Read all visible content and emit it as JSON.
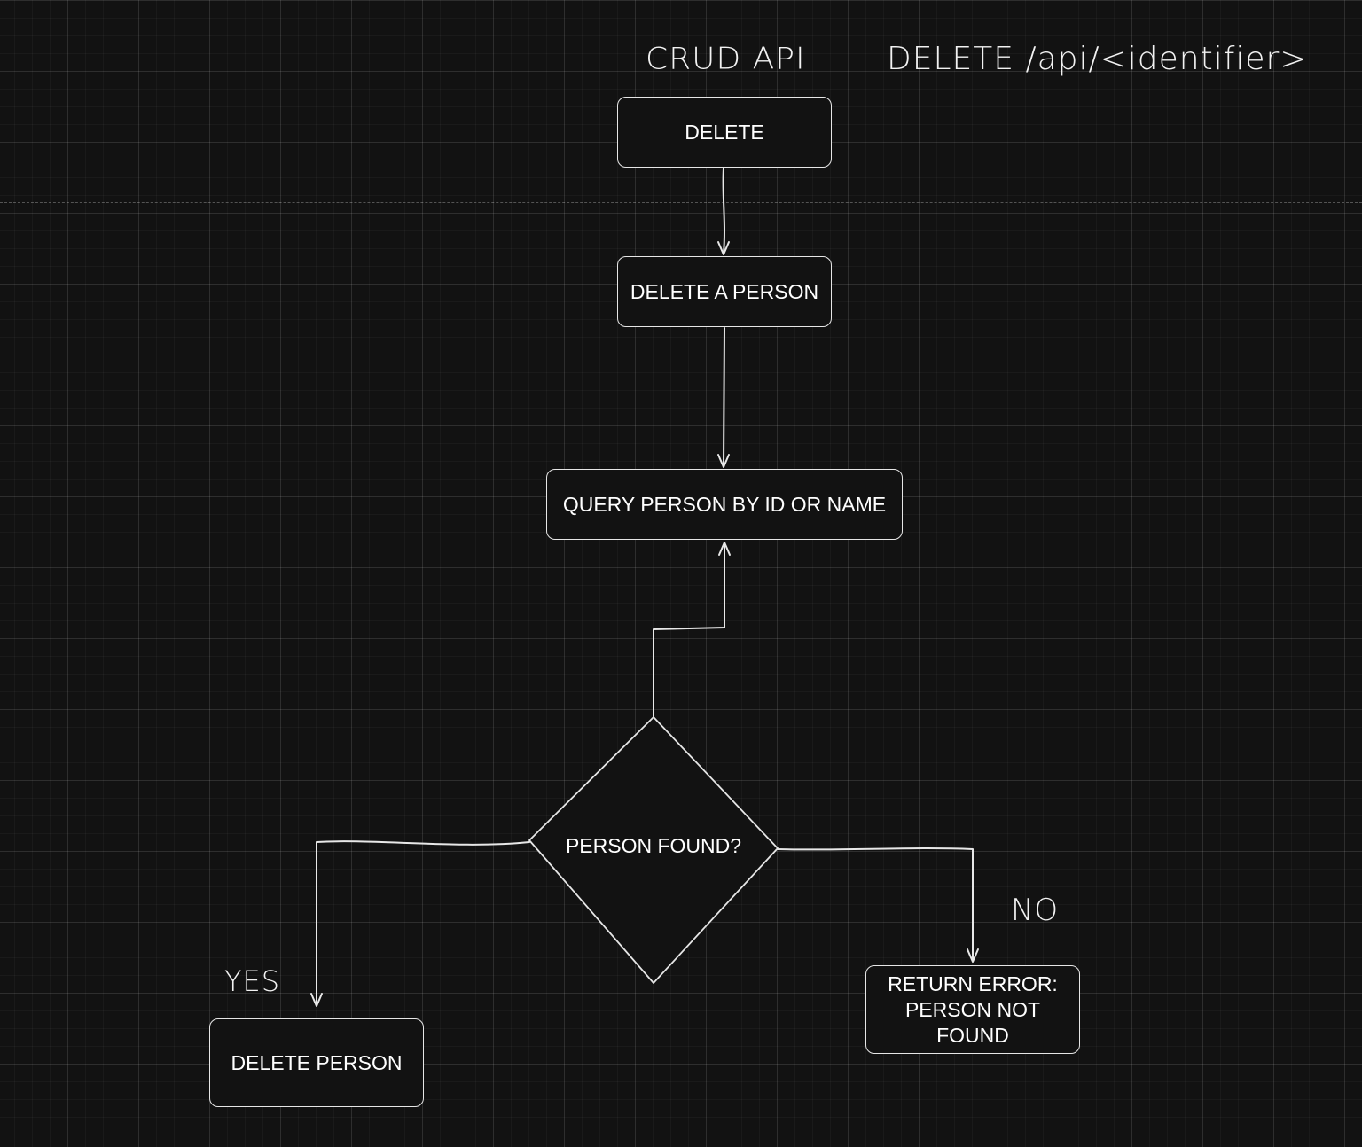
{
  "diagram": {
    "title": "CRUD API",
    "route": "DELETE /api/<identifier>",
    "nodes": {
      "delete": "DELETE",
      "delete_a_person": "DELETE A PERSON",
      "query": "QUERY PERSON BY ID OR NAME",
      "decision": "PERSON FOUND?",
      "delete_person": "DELETE PERSON",
      "return_error": "RETURN ERROR:\nPERSON NOT\nFOUND"
    },
    "branches": {
      "yes": "YES",
      "no": "NO"
    }
  },
  "colors": {
    "background": "#121212",
    "stroke": "#e6e6e6",
    "text": "#ffffff"
  }
}
